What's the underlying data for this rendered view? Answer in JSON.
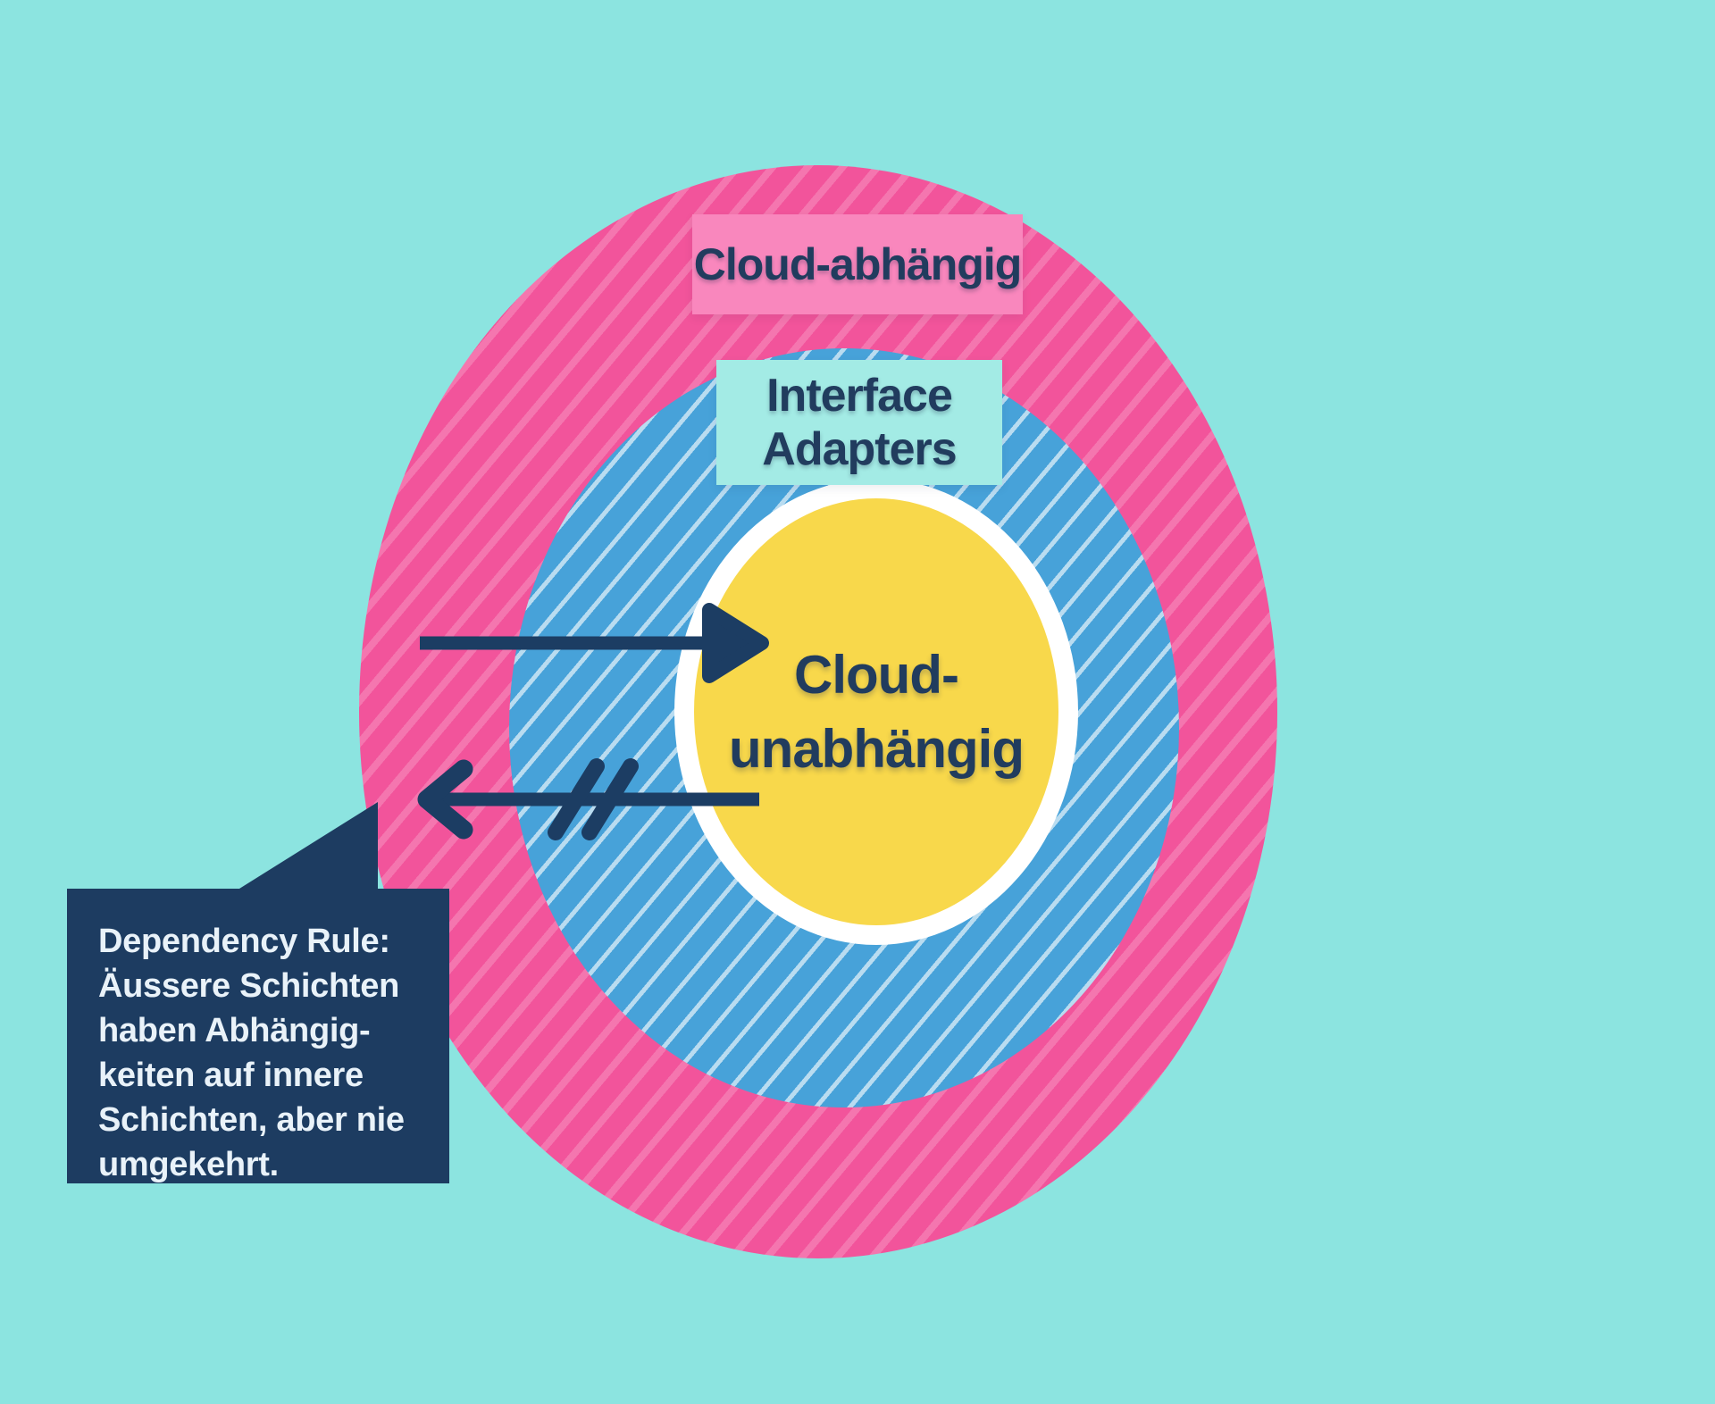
{
  "background_color": "#8ce4e0",
  "diagram": {
    "text_color": "#213c5e",
    "outer_ring": {
      "label": "Cloud-abhängig",
      "fill": "#f2549b",
      "stripe": "rgba(255,255,255,0.20)",
      "label_bg": "#f987bd"
    },
    "middle_ring": {
      "label": "Interface Adapters",
      "line1": "Interface",
      "line2": "Adapters",
      "fill": "#47a2d9",
      "stripe": "rgba(255,255,255,0.62)",
      "label_bg": "#a3ebe5"
    },
    "core": {
      "label": "Cloud-unabhängig",
      "line1": "Cloud-",
      "line2": "unabhängig",
      "fill": "#f8d84b",
      "ring_fill": "#ffffff"
    }
  },
  "arrows": {
    "color": "#1c3d63",
    "icons": [
      "inward-arrow-right-icon",
      "outward-arrow-left-icon",
      "blocked-double-slash-icon"
    ]
  },
  "callout": {
    "bg": "#1d3c61",
    "text_color": "#e9f2f9",
    "lines": [
      "Dependency Rule:",
      "Äussere Schichten",
      "haben Abhängig-",
      "keiten auf innere",
      "Schichten, aber nie",
      "umgekehrt."
    ]
  }
}
